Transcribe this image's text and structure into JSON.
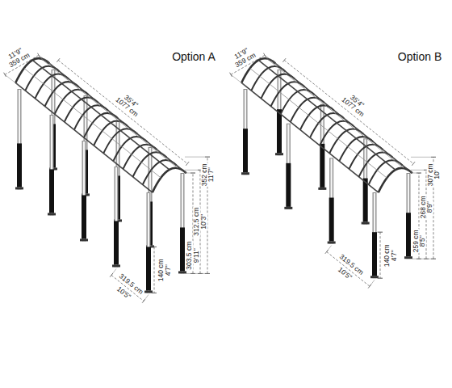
{
  "diagram": {
    "labels": [
      "Option A",
      "359 cm",
      "11'9\"",
      "1077 cm",
      "35'4\"",
      "352 cm",
      "11'7\"",
      "312.5 cm",
      "10'3\"",
      "303.5 cm",
      "9'11\"",
      "319.5 cm",
      "10'5\"",
      "140 cm",
      "4'7\"",
      "Option B",
      "359 cm",
      "11'9\"",
      "1077 cm",
      "35'4\"",
      "307 cm",
      "10'",
      "268 cm",
      "8'9\"",
      "259 cm",
      "8'5\"",
      "319.5 cm",
      "10'5\"",
      "140 cm",
      "4'7\""
    ]
  }
}
